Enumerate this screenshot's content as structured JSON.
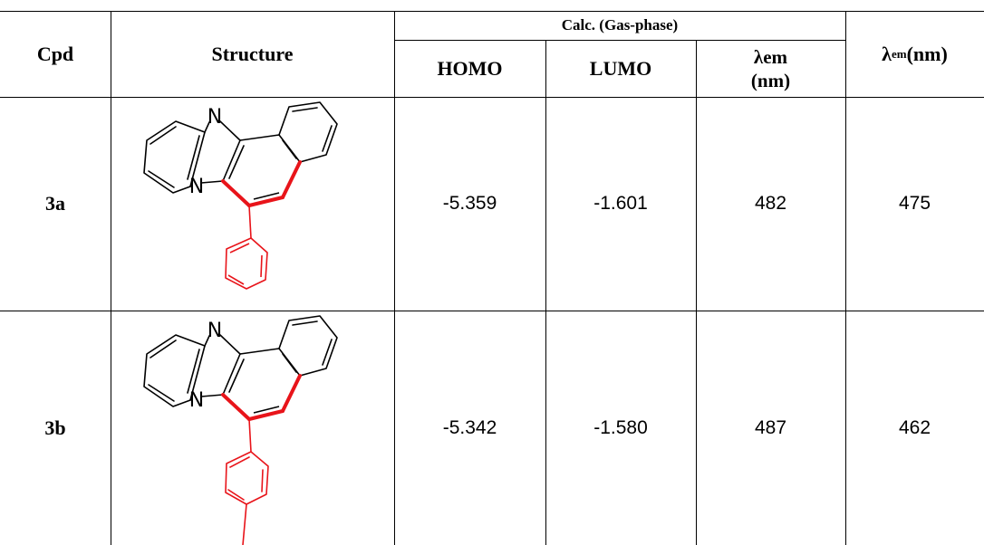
{
  "table": {
    "headers": {
      "cpd": "Cpd",
      "structure": "Structure",
      "calc_group": "Calc. (Gas-phase)",
      "homo": "HOMO",
      "lumo": "LUMO",
      "lambda_em_calc_line1": "λem",
      "lambda_em_calc_line2": "(nm)",
      "lambda_em_exp_symbol": "λ",
      "lambda_em_exp_sub": "em",
      "lambda_em_exp_unit": " (nm)"
    },
    "rows": [
      {
        "cpd": "3a",
        "homo": "-5.359",
        "lumo": "-1.601",
        "lambda_calc": "482",
        "lambda_exp": "475"
      },
      {
        "cpd": "3b",
        "homo": "-5.342",
        "lumo": "-1.580",
        "lambda_calc": "487",
        "lambda_exp": "462"
      }
    ]
  },
  "structure_atoms": {
    "n_top": "N",
    "n_bridge": "N"
  },
  "colors": {
    "substituent": "#e8141a",
    "bond": "#000000"
  }
}
